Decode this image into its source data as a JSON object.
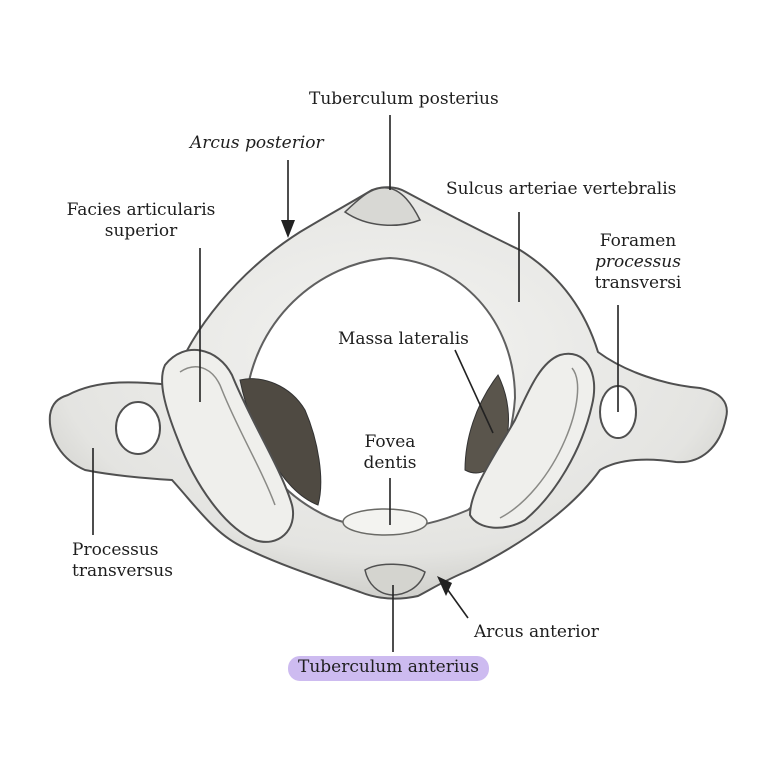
{
  "labels": {
    "tuberculum_posterius": "Tuberculum posterius",
    "arcus_posterior": "Arcus posterior",
    "sulcus_arteriae_vertebralis": "Sulcus arteriae vertebralis",
    "facies_line1": "Facies articularis",
    "facies_line2": "superior",
    "foramen_line1": "Foramen",
    "foramen_line2": "processus",
    "foramen_line3": "transversi",
    "massa_lateralis": "Massa lateralis",
    "fovea_line1": "Fovea",
    "fovea_line2": "dentis",
    "processus_line1": "Processus",
    "processus_line2": "transversus",
    "arcus_anterior": "Arcus anterior",
    "tuberculum_anterius": "Tuberculum anterius"
  },
  "colors": {
    "bone_fill": "#e9e9e6",
    "bone_shadow": "#a9a9a4",
    "bone_outline": "#505050",
    "dark_area": "#4f4a42",
    "highlight": "#cdbbf0",
    "text": "#1e1e1e"
  }
}
